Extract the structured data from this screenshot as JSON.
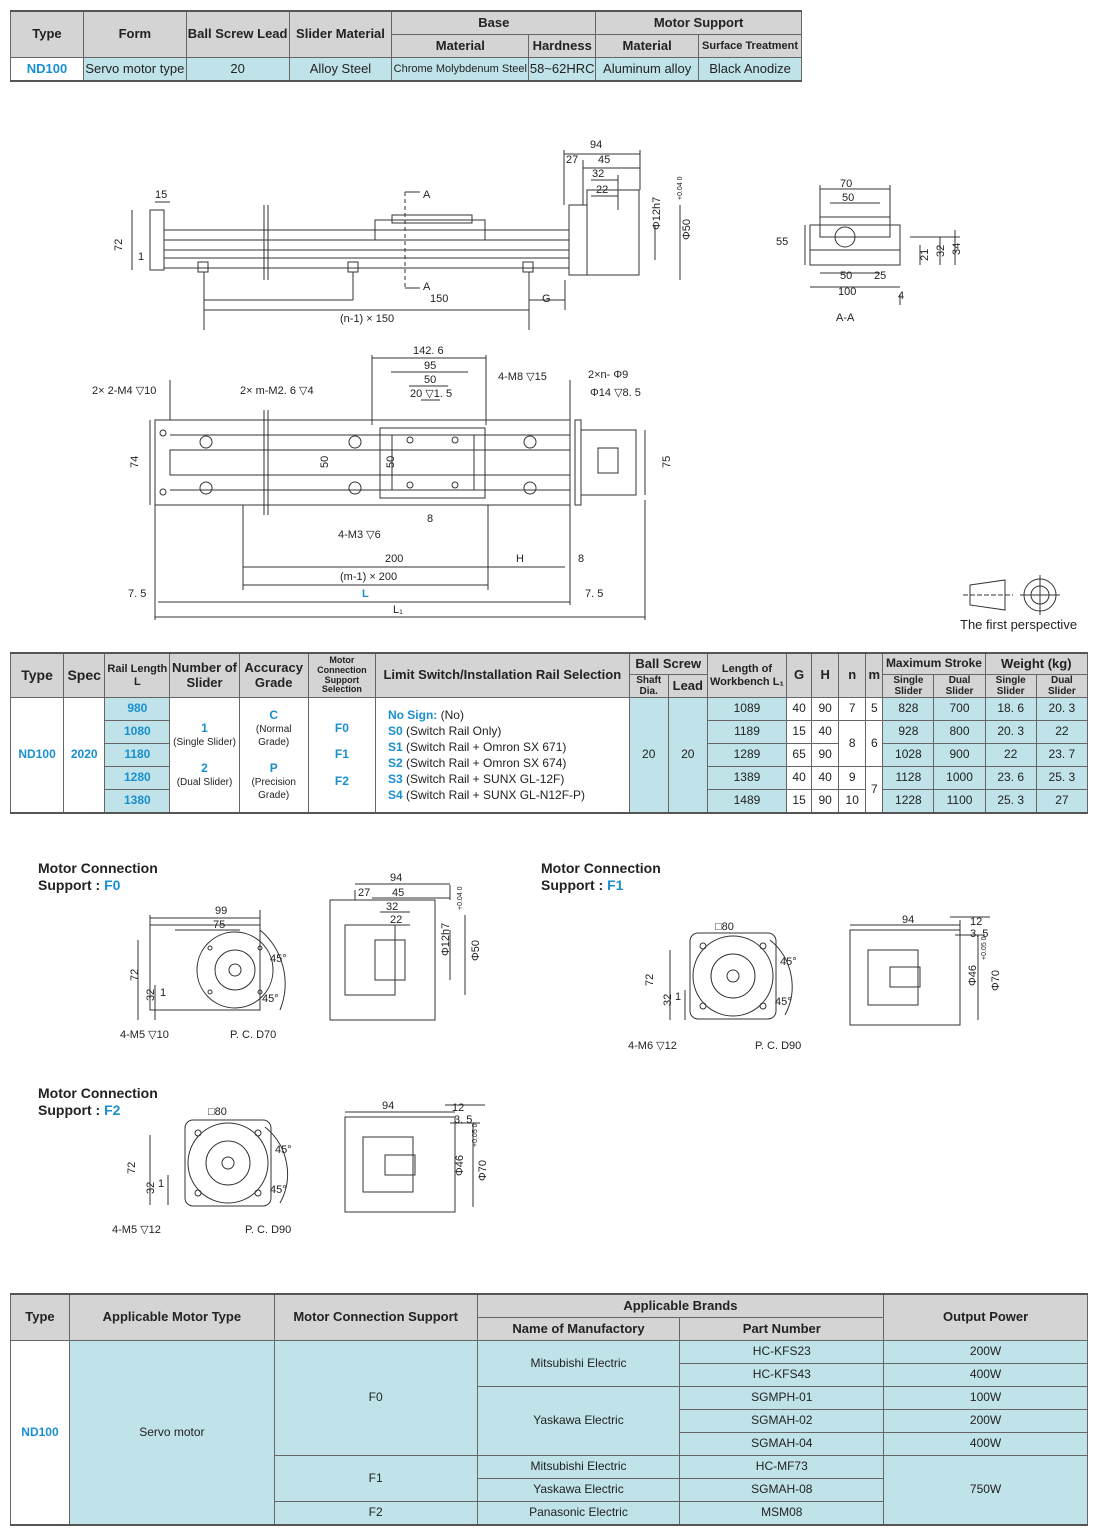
{
  "spec_table": {
    "headers": {
      "type": "Type",
      "form": "Form",
      "ball_screw_lead": "Ball Screw Lead",
      "slider_material": "Slider Material",
      "base": "Base",
      "motor_support": "Motor Support",
      "material": "Material",
      "hardness": "Hardness",
      "surface_treatment": "Surface Treatment"
    },
    "row": {
      "type": "ND100",
      "form": "Servo motor type",
      "lead": "20",
      "slider_material": "Alloy Steel",
      "base_material": "Chrome Molybdenum Steel",
      "hardness": "58~62HRC",
      "support_material": "Aluminum alloy",
      "surface_treatment": "Black Anodize"
    }
  },
  "drawing_top": {
    "d94": "94",
    "d27": "27",
    "d45": "45",
    "d32": "32",
    "d22": "22",
    "d15": "15",
    "d72": "72",
    "d1": "1",
    "phi12": "Φ12h7",
    "phi50": "Φ50",
    "tol": "+0.04 0",
    "sec_a1": "A",
    "sec_a2": "A",
    "d150": "150",
    "g": "G",
    "pitch": "(n-1) × 150"
  },
  "drawing_section": {
    "d70": "70",
    "d50": "50",
    "d55": "55",
    "d50b": "50",
    "d25": "25",
    "d100": "100",
    "d21": "21",
    "d32": "32",
    "d34": "34",
    "d4": "4",
    "title": "A-A"
  },
  "drawing_plan": {
    "d142": "142. 6",
    "d95": "95",
    "d50": "50",
    "d20": "20 ▽1. 5",
    "m8": "4-M8 ▽15",
    "holes": "2×n- Φ9",
    "cbore": "Φ14 ▽8. 5",
    "m4": "2× 2-M4 ▽10",
    "m2": "2× m-M2. 6 ▽4",
    "d74": "74",
    "d50v": "50",
    "d50v2": "50",
    "d75": "75",
    "d8": "8",
    "m3": "4-M3 ▽6",
    "d200": "200",
    "h": "H",
    "d8b": "8",
    "pitch": "(m-1) × 200",
    "d75l": "7. 5",
    "L": "L",
    "d75r": "7. 5",
    "L1": "L₁"
  },
  "perspective": {
    "label": "The first perspective"
  },
  "model_table": {
    "headers": {
      "type": "Type",
      "spec": "Spec",
      "rail_length": "Rail Length",
      "rail_length_sym": "L",
      "num_slider": "Number of Slider",
      "accuracy": "Accuracy Grade",
      "motor_conn": "Motor Connection Support Selection",
      "limit": "Limit Switch/Installation Rail Selection",
      "ball_screw": "Ball Screw",
      "shaft": "Shaft Dia.",
      "lead": "Lead",
      "workbench": "Length of Workbench L₁",
      "g": "G",
      "h": "H",
      "n": "n",
      "m": "m",
      "max_stroke": "Maximum Stroke",
      "weight": "Weight (kg)",
      "single": "Single Slider",
      "dual": "Dual Slider"
    },
    "type": "ND100",
    "spec": "2020",
    "slider_1": "1",
    "slider_1_sub": "(Single Slider)",
    "slider_2": "2",
    "slider_2_sub": "(Dual Slider)",
    "acc_c": "C",
    "acc_c_sub": "(Normal Grade)",
    "acc_p": "P",
    "acc_p_sub": "(Precision Grade)",
    "f0": "F0",
    "f1": "F1",
    "f2": "F2",
    "limits": [
      {
        "code": "No Sign:",
        "text": "(No)"
      },
      {
        "code": "S0",
        "text": "(Switch Rail Only)"
      },
      {
        "code": "S1",
        "text": "(Switch Rail + Omron SX 671)"
      },
      {
        "code": "S2",
        "text": "(Switch Rail + Omron SX 674)"
      },
      {
        "code": "S3",
        "text": "(Switch Rail + SUNX GL-12F)"
      },
      {
        "code": "S4",
        "text": "(Switch Rail + SUNX GL-N12F-P)"
      }
    ],
    "shaft": "20",
    "lead": "20",
    "rows": [
      {
        "L": "980",
        "L1": "1089",
        "G": "40",
        "H": "90",
        "n": "7",
        "m": "5",
        "s1": "828",
        "s2": "700",
        "w1": "18. 6",
        "w2": "20. 3"
      },
      {
        "L": "1080",
        "L1": "1189",
        "G": "15",
        "H": "40",
        "n": "8",
        "m": "6",
        "s1": "928",
        "s2": "800",
        "w1": "20. 3",
        "w2": "22"
      },
      {
        "L": "1180",
        "L1": "1289",
        "G": "65",
        "H": "90",
        "n": "",
        "m": "",
        "s1": "1028",
        "s2": "900",
        "w1": "22",
        "w2": "23. 7"
      },
      {
        "L": "1280",
        "L1": "1389",
        "G": "40",
        "H": "40",
        "n": "9",
        "m": "7",
        "s1": "1128",
        "s2": "1000",
        "w1": "23. 6",
        "w2": "25. 3"
      },
      {
        "L": "1380",
        "L1": "1489",
        "G": "15",
        "H": "90",
        "n": "10",
        "m": "",
        "s1": "1228",
        "s2": "1100",
        "w1": "25. 3",
        "w2": "27"
      }
    ]
  },
  "motor_f0": {
    "title": "Motor Connection",
    "support": "Support :",
    "code": "F0",
    "d99": "99",
    "d75": "75",
    "d72": "72",
    "d32": "32",
    "d1": "1",
    "a45a": "45°",
    "a45b": "45°",
    "m5": "4-M5 ▽10",
    "pcd": "P. C. D70",
    "s94": "94",
    "s27": "27",
    "s45": "45",
    "s32": "32",
    "s22": "22",
    "phi12": "Φ12h7",
    "phi50": "Φ50",
    "tol": "+0.04 0"
  },
  "motor_f1": {
    "title": "Motor Connection",
    "support": "Support :",
    "code": "F1",
    "sq80": "□80",
    "d72": "72",
    "d32": "32",
    "d1": "1",
    "a45a": "45°",
    "a45b": "45°",
    "m6": "4-M6 ▽12",
    "pcd": "P. C. D90",
    "s94": "94",
    "s12": "12",
    "s35": "3. 5",
    "phi46": "Φ46",
    "phi70": "Φ70",
    "tol": "+0.05 0"
  },
  "motor_f2": {
    "title": "Motor Connection",
    "support": "Support :",
    "code": "F2",
    "sq80": "□80",
    "d72": "72",
    "d32": "32",
    "d1": "1",
    "a45a": "45°",
    "a45b": "45°",
    "m5": "4-M5 ▽12",
    "pcd": "P. C. D90",
    "s94": "94",
    "s12": "12",
    "s35": "3. 5",
    "phi46": "Φ46",
    "phi70": "Φ70",
    "tol": "+0.05 0"
  },
  "motor_table": {
    "headers": {
      "type": "Type",
      "motor_type": "Applicable Motor Type",
      "support": "Motor Connection Support",
      "brands": "Applicable Brands",
      "maker": "Name of Manufactory",
      "part": "Part Number",
      "power": "Output Power"
    },
    "type": "ND100",
    "motor_type": "Servo motor",
    "f0": "F0",
    "f1": "F1",
    "f2": "F2",
    "mitsubishi": "Mitsubishi Electric",
    "yaskawa": "Yaskawa Electric",
    "mitsubishi2": "Mitsubishi Electric",
    "yaskawa2": "Yaskawa Electric",
    "panasonic": "Panasonic Electric",
    "parts": [
      "HC-KFS23",
      "HC-KFS43",
      "SGMPH-01",
      "SGMAH-02",
      "SGMAH-04",
      "HC-MF73",
      "SGMAH-08",
      "MSM08"
    ],
    "powers": [
      "200W",
      "400W",
      "100W",
      "200W",
      "400W",
      "750W"
    ]
  }
}
